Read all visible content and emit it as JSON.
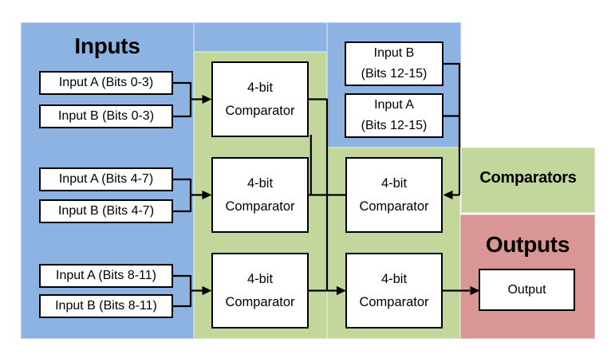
{
  "diagram": {
    "regions": {
      "inputs": {
        "title": "Inputs",
        "color": "#8DB3E2"
      },
      "comparators": {
        "title": "Comparators",
        "color": "#C3D69B"
      },
      "outputs": {
        "title": "Outputs",
        "color": "#D99694"
      }
    },
    "boxes": {
      "input_a_0_3": {
        "label": "Input A (Bits 0-3)"
      },
      "input_b_0_3": {
        "label": "Input B (Bits 0-3)"
      },
      "input_a_4_7": {
        "label": "Input A (Bits 4-7)"
      },
      "input_b_4_7": {
        "label": "Input B (Bits 4-7)"
      },
      "input_a_8_11": {
        "label": "Input A (Bits 8-11)"
      },
      "input_b_8_11": {
        "label": "Input B (Bits 8-11)"
      },
      "input_b_12_15": {
        "line1": "Input B",
        "line2": "(Bits 12-15)"
      },
      "input_a_12_15": {
        "line1": "Input A",
        "line2": "(Bits 12-15)"
      },
      "comparator": {
        "line1": "4-bit",
        "line2": "Comparator"
      },
      "output": {
        "label": "Output"
      }
    },
    "colors": {
      "wire": "#000000",
      "box_fill": "#FFFFFF",
      "box_border": "#000000",
      "background": "#FFFFFF"
    }
  }
}
